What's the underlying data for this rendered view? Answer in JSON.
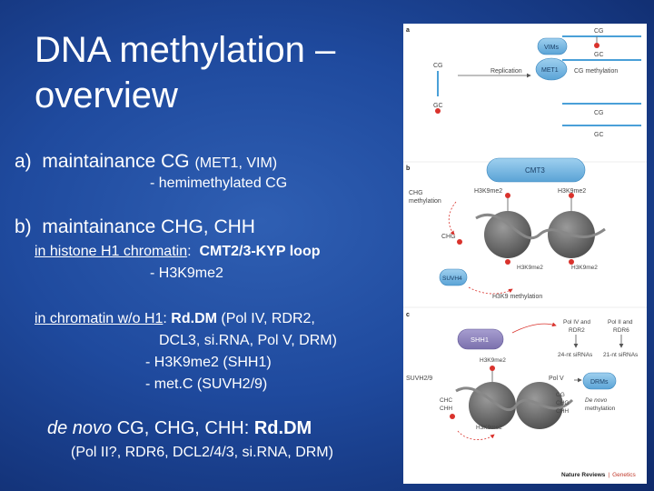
{
  "slide": {
    "title_line1": "DNA methylation –",
    "title_line2": "overview",
    "a_label": "a)",
    "a_text": "maintainance CG",
    "a_small": "(MET1, VIM)",
    "a_sub": "- hemimethylated CG",
    "b_label": "b)",
    "b_text": "maintainance CHG, CHH",
    "b_h1_u": "in histone H1 chromatin",
    "b_h1_colon": ":",
    "b_h1_bold": "CMT2/3-KYP loop",
    "b_h1_sub": "- H3K9me2",
    "c_u": "in chromatin w/o H1",
    "c_colon": ":",
    "c_bold": "Rd.DM",
    "c_rest": "(Pol IV, RDR2,",
    "c_line2": "DCL3, si.RNA, Pol V, DRM)",
    "c_line3": "- H3K9me2 (SHH1)",
    "c_line4": "- met.C (SUVH2/9)",
    "d_italic": "de novo",
    "d_text": "CG, CHG, CHH:",
    "d_bold": "Rd.DM",
    "d_line2": "(Pol II?, RDR6, DCL2/4/3, si.RNA, DRM)"
  },
  "figure": {
    "panel_a": "a",
    "panel_b": "b",
    "panel_c": "c",
    "a_cg_top": "CG",
    "a_gc_top": "GC",
    "a_vims": "VIMs",
    "a_met1": "MET1",
    "a_replication": "Replication",
    "a_cg_methylation": "CG methylation",
    "a_cg_mid": "CG",
    "a_gc_mid": "GC",
    "a_cg_bottom": "CG",
    "a_gc_bottom": "GC",
    "b_cmt3": "CMT3",
    "b_h3k9me2_left": "H3K9me2",
    "b_h3k9me2_right": "H3K9me2",
    "b_chg_methylation_1": "CHG",
    "b_chg_methylation_2": "methylation",
    "b_chg": "CHG",
    "b_suvh4": "SUVH4",
    "b_h3k9me2_c": "H3K9me2",
    "b_h3k9me2_d": "H3K9me2",
    "b_h3k9_methylation": "H3K9 methylation",
    "c_shh1": "SHH1",
    "c_h3k9me2": "H3K9me2",
    "c_pol4": "Pol IV and",
    "c_rdr2": "RDR2",
    "c_pol2": "Pol II and",
    "c_rdr6": "RDR6",
    "c_24nt": "24-nt siRNAs",
    "c_21nt": "21-nt siRNAs",
    "c_suvh29": "SUVH2/9",
    "c_polv": "Pol V",
    "c_drms": "DRMs",
    "c_chc": "CHC",
    "c_chh": "CHH",
    "c_cg": "CG",
    "c_chg2": "CHG",
    "c_chh2": "CHH",
    "c_denovo_1": "De novo",
    "c_denovo_2": "methylation",
    "c_h3k9me2_bottom": "H3K9me2",
    "credit_bold": "Nature Reviews",
    "credit_sep": "|",
    "credit_journal": "Genetics"
  },
  "colors": {
    "slide_blue": "#1f4a9e",
    "enzyme_blue": "#6fb4e0",
    "histone_grey": "#6b6b6b",
    "methyl_red": "#d9322c",
    "shh1_purple": "#8a7fb8",
    "suvh_green": "#2fb27a"
  }
}
